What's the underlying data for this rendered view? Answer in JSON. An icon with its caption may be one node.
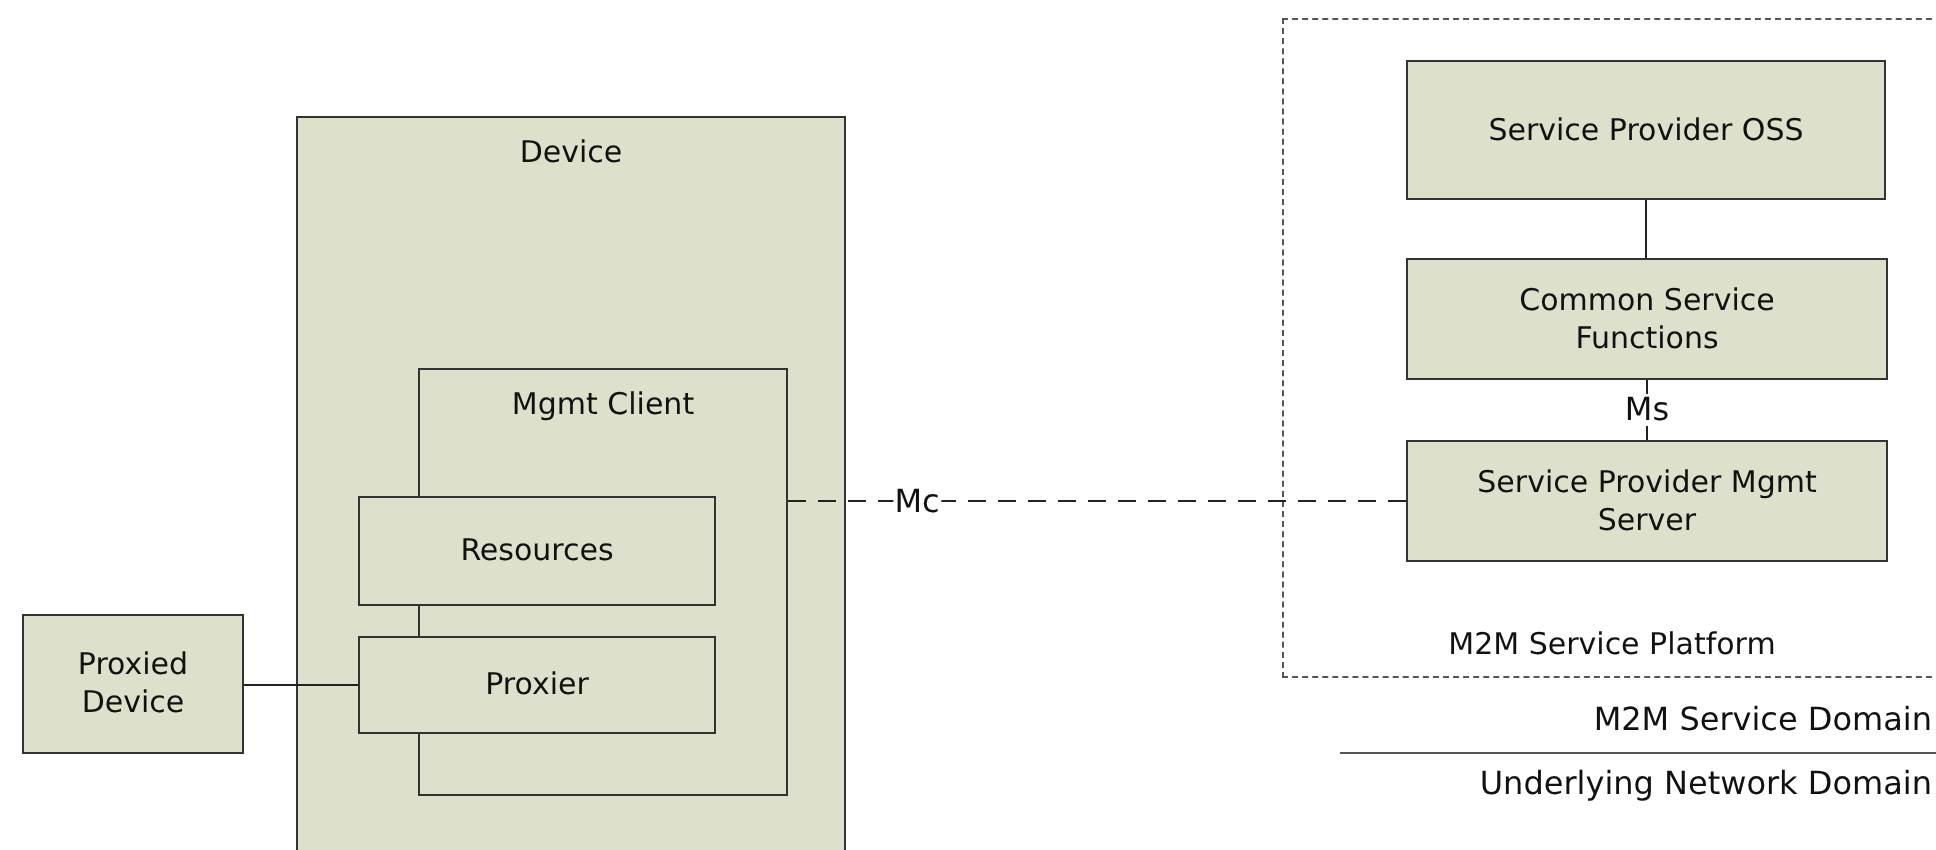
{
  "diagram": {
    "nodes": [
      {
        "text": [
          "Device"
        ]
      },
      {
        "text": [
          "Mgmt Client"
        ],
        "in": 0
      },
      {
        "text": [
          "Resources"
        ],
        "in": 0
      },
      {
        "text": [
          "Proxier"
        ],
        "in": 0
      },
      {
        "text": [
          "Proxied Device"
        ]
      },
      {
        "text": [
          "M2M Service Platform"
        ]
      },
      {
        "text": [
          "Service Provider OSS"
        ],
        "in": 5
      },
      {
        "text": [
          "Common Service Functions"
        ],
        "in": 5
      },
      {
        "text": [
          "Service Provider Mgmt Server"
        ],
        "in": 5
      }
    ],
    "edges": [
      {
        "from": 4,
        "to": 3,
        "arrow": "none"
      },
      {
        "from": 1,
        "to": 8,
        "arrow": "none",
        "label": "Mc",
        "style": "dashed"
      },
      {
        "from": 6,
        "to": 7,
        "arrow": "none"
      },
      {
        "from": 7,
        "to": 8,
        "arrow": "none",
        "label": "Ms"
      }
    ],
    "labels": [
      "M2M Service Domain",
      "Underlying Network Domain"
    ]
  }
}
